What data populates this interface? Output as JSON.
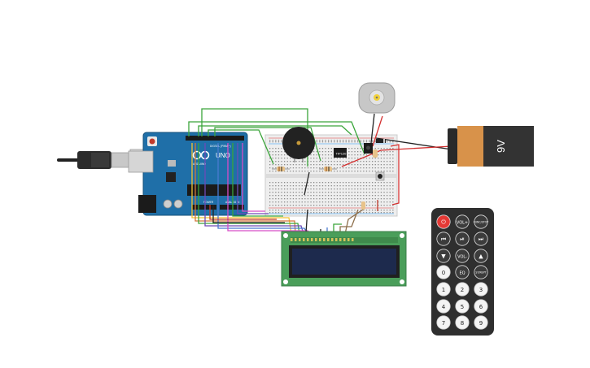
{
  "arduino": {
    "brand": "UNO",
    "digital_label": "DIGITAL (PWM ~)",
    "power_label": "POWER",
    "analog_label": "ANALOG IN",
    "logo_text": "ARDUINO"
  },
  "battery": {
    "label": "9V"
  },
  "transistor": {
    "label": "TIP120"
  },
  "remote": {
    "buttons": [
      "⏻",
      "VOL+",
      "FUNC/STOP",
      "⏮",
      "⏯",
      "⏭",
      "▼",
      "VOL-",
      "▲",
      "0",
      "EQ",
      "ST/REPT",
      "1",
      "2",
      "3",
      "4",
      "5",
      "6",
      "7",
      "8",
      "9"
    ]
  },
  "colors": {
    "arduino_blue": "#1f6fa8",
    "breadboard": "#eeeeee",
    "lcd_pcb": "#4a9e5a",
    "lcd_screen": "#1d2a4d",
    "battery_orange": "#d8924a",
    "battery_black": "#333333",
    "remote_body": "#2f2f2f",
    "power_red": "#e53935"
  }
}
